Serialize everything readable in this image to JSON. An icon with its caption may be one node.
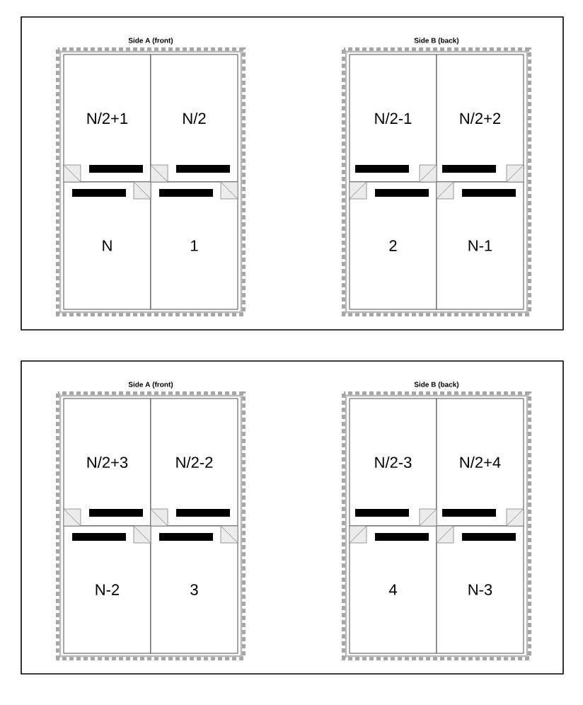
{
  "diagram": {
    "nodes": [
      {
        "text": [],
        "shape": "box"
      },
      {
        "text": [
          "Side A (front)"
        ],
        "in": 0
      },
      {
        "text": [
          "N/2+1"
        ],
        "in": 1
      },
      {
        "text": [
          "N/2"
        ],
        "in": 1
      },
      {
        "text": [
          "N"
        ],
        "in": 1
      },
      {
        "text": [
          "1"
        ],
        "in": 1
      },
      {
        "text": [
          "Side B (back)"
        ],
        "in": 0
      },
      {
        "text": [
          "N/2-1"
        ],
        "in": 6
      },
      {
        "text": [
          "N/2+2"
        ],
        "in": 6
      },
      {
        "text": [
          "2"
        ],
        "in": 6
      },
      {
        "text": [
          "N-1"
        ],
        "in": 6
      },
      {
        "text": [],
        "shape": "box"
      },
      {
        "text": [
          "Side A (front)"
        ],
        "in": 11
      },
      {
        "text": [
          "N/2+3"
        ],
        "in": 12
      },
      {
        "text": [
          "N/2-2"
        ],
        "in": 12
      },
      {
        "text": [
          "N-2"
        ],
        "in": 12
      },
      {
        "text": [
          "3"
        ],
        "in": 12
      },
      {
        "text": [
          "Side B (back)"
        ],
        "in": 11
      },
      {
        "text": [
          "N/2-3"
        ],
        "in": 17
      },
      {
        "text": [
          "N/2+4"
        ],
        "in": 17
      },
      {
        "text": [
          "4"
        ],
        "in": 17
      },
      {
        "text": [
          "N-3"
        ],
        "in": 17
      }
    ]
  }
}
